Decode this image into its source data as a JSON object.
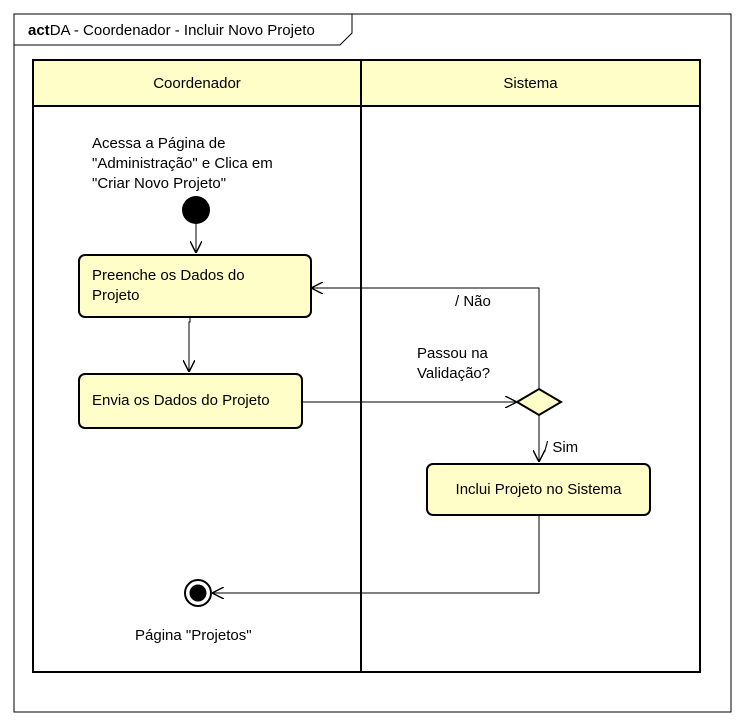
{
  "title": {
    "keyword": "act",
    "name": "DA - Coordenador - Incluir Novo Projeto"
  },
  "lanes": [
    {
      "label": "Coordenador"
    },
    {
      "label": "Sistema"
    }
  ],
  "start_note": "Acessa a Página de\n\"Administração\" e Clica em\n\"Criar Novo Projeto\"",
  "actions": {
    "fill_data": "Preenche os Dados do\nProjeto",
    "send_data": "Envia os Dados do Projeto",
    "include_project": "Inclui Projeto no Sistema"
  },
  "decision": {
    "question": "Passou na\nValidação?",
    "no_label": "/ Não",
    "yes_label": "/ Sim"
  },
  "end_note": "Página \"Projetos\"",
  "colors": {
    "action_fill": "#fffdc8",
    "header_fill": "#fffdc8",
    "border": "#000000",
    "background": "#ffffff"
  }
}
